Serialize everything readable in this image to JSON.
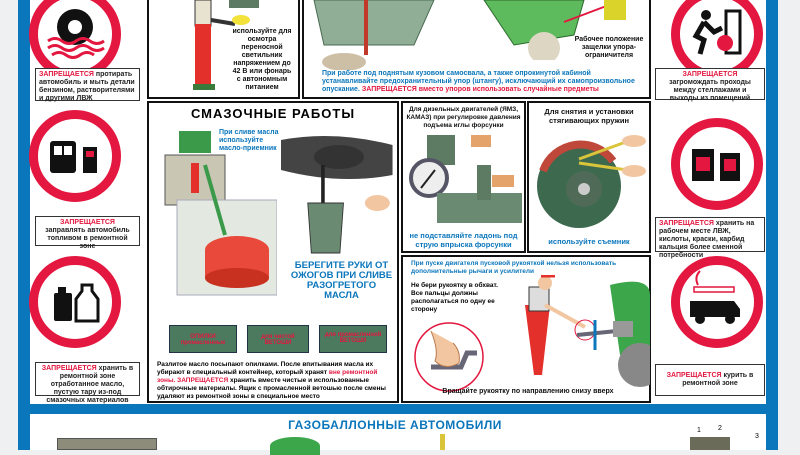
{
  "left_signs": [
    {
      "icon": "gear-and-waves-icon",
      "prohibited": "ЗАПРЕЩАЕТСЯ",
      "text": "протирать автомобиль и мыть детали бензином, растворителями и другими ЛВЖ"
    },
    {
      "icon": "truck-fuel-pump-icon",
      "prohibited": "ЗАПРЕЩАЕТСЯ",
      "text": "заправлять автомобиль топливом в ремонтной зоне"
    },
    {
      "icon": "canisters-icon",
      "prohibited": "ЗАПРЕЩАЕТСЯ",
      "text": "хранить в ремонтной зоне отработанное масло, пустую тару из-под смазочных материалов"
    }
  ],
  "right_signs": [
    {
      "icon": "exit-blocked-icon",
      "prohibited": "ЗАПРЕЩАЕТСЯ",
      "text": "загромождать проходы между стеллажами и выходы из помещений"
    },
    {
      "icon": "flammable-containers-icon",
      "prohibited": "ЗАПРЕЩАЕТСЯ",
      "text": "хранить на рабочем месте ЛВЖ, кислоты, краски, карбид кальция более сменной потребности"
    },
    {
      "icon": "no-smoking-truck-icon",
      "prohibited": "ЗАПРЕЩАЕТСЯ",
      "text": "курить в ремонтной зоне"
    }
  ],
  "lamp_panel": {
    "text": "используйте для осмотра переносной светильник напряжением до 42 В или фонарь с автономным питанием"
  },
  "dump_panel": {
    "latch_caption": "Рабочее положение защелки упора-ограничителя",
    "note": "При работе под поднятым кузовом самосвала, а также опрокинутой кабиной устанавливайте предохранительный упор (штангу), исключающий их самопроизвольное опускание.",
    "prohibited": "ЗАПРЕЩАЕТСЯ",
    "prohibited_text": "вместо упоров использовать случайные предметы"
  },
  "lubrication": {
    "title": "СМАЗОЧНЫЕ РАБОТЫ",
    "oil_receiver": "При сливе масла используйте масло-приемник",
    "burns": "БЕРЕГИТЕ РУКИ ОТ ОЖОГОВ ПРИ СЛИВЕ РАЗОГРЕТОГО МАСЛА",
    "bins": [
      "ОПИЛКИ промасленные",
      "для чистой ВЕТОШИ",
      "для промасленной ВЕТОШИ"
    ],
    "footer_1": "Разлитое масло посыпают опилками. После впитывания масла их убирают в специальный контейнер, который хранят",
    "footer_red": "вне ремонтной зоны. ЗАПРЕЩАЕТСЯ",
    "footer_2": "хранить вместе чистые и использованные обтирочные материалы. Ящик с промасленной ветошью после смены удаляют из ремонтной зоны в специальное место"
  },
  "diesel": {
    "title": "Для дизельных двигателей (ЯМЗ, КАМАЗ) при регулировке давления подъема иглы форсунки",
    "warning": "не подставляйте ладонь под струю впрыска форсунки"
  },
  "springs": {
    "title": "Для снятия и установки стягивающих пружин",
    "warning": "используйте съемник"
  },
  "crank": {
    "title": "При пуске двигателя пусковой рукояткой нельзя использовать дополнительные рычаги и усилители",
    "grip": "Не бери рукоятку в обхват. Все пальцы должны располагаться по одну ее сторону",
    "footer": "Вращайте рукоятку по направлению снизу вверх"
  },
  "gas": {
    "title": "ГАЗОБАЛЛОННЫЕ АВТОМОБИЛИ",
    "labels": [
      "1",
      "2",
      "3"
    ]
  },
  "colors": {
    "red": "#e3173f",
    "blue": "#0a76bb",
    "green": "#4c7a5e"
  }
}
